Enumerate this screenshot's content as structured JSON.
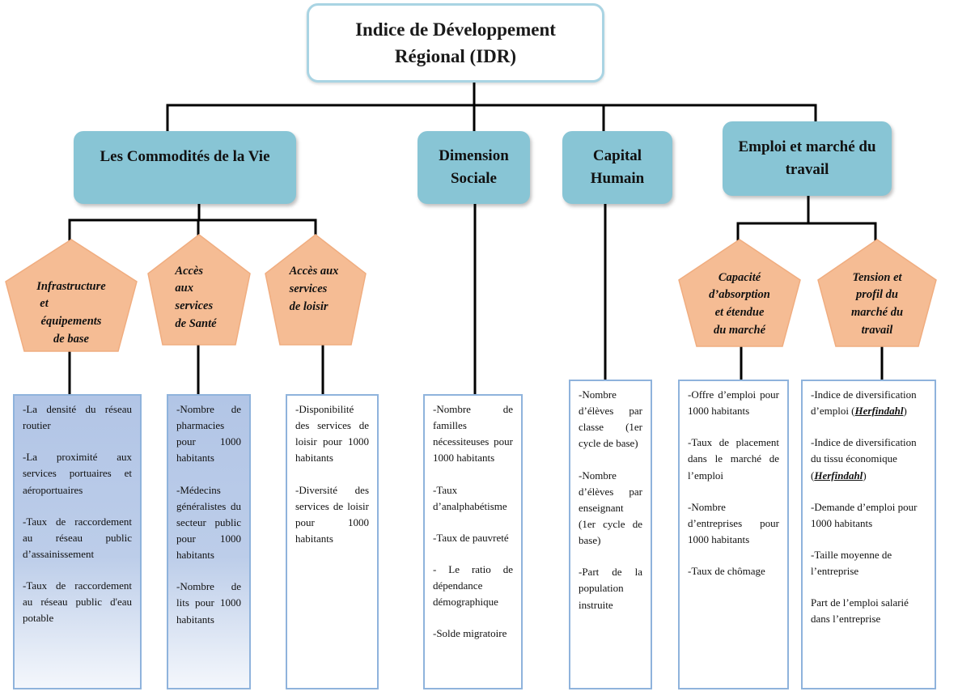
{
  "root": {
    "title_line1": "Indice de Développement",
    "title_line2": "Régional (IDR)"
  },
  "dimensions": {
    "commodites": "Les Commodités de la Vie",
    "sociale_line1": "Dimension",
    "sociale_line2": "Sociale",
    "capital_line1": "Capital",
    "capital_line2": "Humain",
    "emploi_line1": "Emploi et marché du",
    "emploi_line2": "travail"
  },
  "subdimensions": {
    "infrastructure": [
      "Infrastructure",
      "et",
      "équipements",
      "de base"
    ],
    "sante": [
      "Accès",
      "aux",
      "services",
      "de Santé"
    ],
    "loisir": [
      "Accès aux",
      "services",
      "de loisir"
    ],
    "capacite": [
      "Capacité",
      "d’absorption",
      "et étendue",
      "du marché"
    ],
    "tension": [
      "Tension et",
      "profil du",
      "marché du",
      "travail"
    ]
  },
  "indicators": {
    "infrastructure": [
      "-La densité du réseau routier",
      "-La proximité aux services portuaires et aéroportuaires",
      "-Taux de raccordement au réseau public d’assainissement",
      "-Taux de raccordement au réseau public d'eau potable"
    ],
    "sante": [
      "-Nombre de pharmacies pour 1000 habitants",
      "-Médecins généralistes du secteur public pour 1000 habitants",
      "-Nombre de lits pour 1000 habitants"
    ],
    "loisir": [
      "-Disponibilité des services de loisir pour 1000 habitants",
      "-Diversité des services de loisir pour 1000 habitants"
    ],
    "sociale": [
      "-Nombre de familles nécessiteuses pour 1000 habitants",
      "-Taux d’analphabétisme",
      "-Taux de pauvreté",
      "- Le ratio de dépendance démographique",
      "-Solde migratoire"
    ],
    "capital": [
      "-Nombre d’élèves par classe (1er cycle de base)",
      "-Nombre d’élèves par enseignant (1er cycle de base)",
      "-Part de la population instruite"
    ],
    "capacite": [
      "-Offre d’emploi pour 1000 habitants",
      "-Taux de placement dans le marché de l’emploi",
      "-Nombre d’entreprises pour 1000 habitants",
      "-Taux de chômage"
    ],
    "tension": {
      "item1_prefix": "-Indice de diversification d’emploi (",
      "item1_term": "Herfindahl",
      "item1_suffix": ")",
      "item2_prefix": "-Indice de diversification du tissu économique (",
      "item2_term": "Herfindahl",
      "item2_suffix": ")",
      "item3": "-Demande d’emploi pour 1000 habitants",
      "item4": "-Taille moyenne de l’entreprise",
      "item5": "Part de l’emploi salarié dans l’entreprise"
    }
  },
  "colors": {
    "root_border": "#a9d4e3",
    "dimension_fill": "#88c5d5",
    "pentagon_fill": "#f5bc94",
    "indicator_blue": "#bccde9",
    "indicator_border": "#8fb3dc",
    "connector": "#000000"
  }
}
